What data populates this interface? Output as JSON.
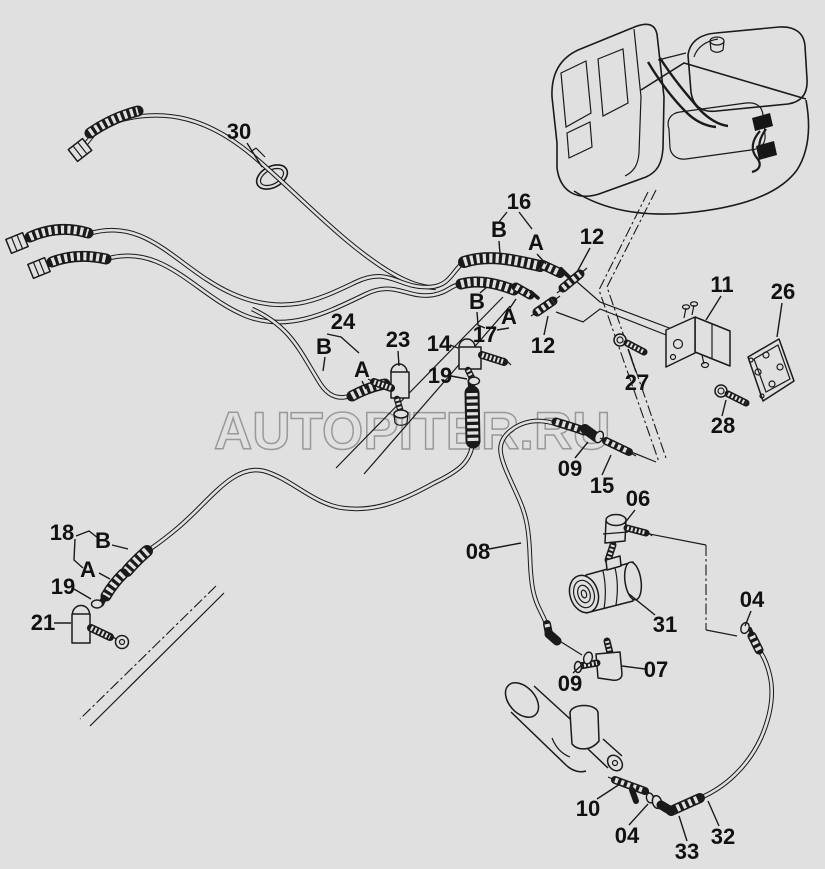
{
  "watermark": {
    "text": "AUTOPITER.RU",
    "color": "#999999"
  },
  "colors": {
    "background": "#e0e0e0",
    "line": "#1a1a1a"
  },
  "labels": [
    {
      "id": "30",
      "text": "30"
    },
    {
      "id": "16",
      "text": "16"
    },
    {
      "id": "16-b",
      "text": "B"
    },
    {
      "id": "16-a",
      "text": "A"
    },
    {
      "id": "12-upper",
      "text": "12"
    },
    {
      "id": "17-b",
      "text": "B"
    },
    {
      "id": "17-a",
      "text": "A"
    },
    {
      "id": "17",
      "text": "17"
    },
    {
      "id": "12-lower",
      "text": "12"
    },
    {
      "id": "11",
      "text": "11"
    },
    {
      "id": "26",
      "text": "26"
    },
    {
      "id": "24",
      "text": "24"
    },
    {
      "id": "24-b",
      "text": "B"
    },
    {
      "id": "24-a",
      "text": "A"
    },
    {
      "id": "23",
      "text": "23"
    },
    {
      "id": "14",
      "text": "14"
    },
    {
      "id": "19-upper",
      "text": "19"
    },
    {
      "id": "27",
      "text": "27"
    },
    {
      "id": "28",
      "text": "28"
    },
    {
      "id": "09-middle",
      "text": "09"
    },
    {
      "id": "15",
      "text": "15"
    },
    {
      "id": "06",
      "text": "06"
    },
    {
      "id": "18",
      "text": "18"
    },
    {
      "id": "18-b",
      "text": "B"
    },
    {
      "id": "18-a",
      "text": "A"
    },
    {
      "id": "19-left",
      "text": "19"
    },
    {
      "id": "21",
      "text": "21"
    },
    {
      "id": "08",
      "text": "08"
    },
    {
      "id": "31",
      "text": "31"
    },
    {
      "id": "04-right",
      "text": "04"
    },
    {
      "id": "07",
      "text": "07"
    },
    {
      "id": "09-lower",
      "text": "09"
    },
    {
      "id": "10",
      "text": "10"
    },
    {
      "id": "04-bottom",
      "text": "04"
    },
    {
      "id": "33",
      "text": "33"
    },
    {
      "id": "32",
      "text": "32"
    }
  ]
}
